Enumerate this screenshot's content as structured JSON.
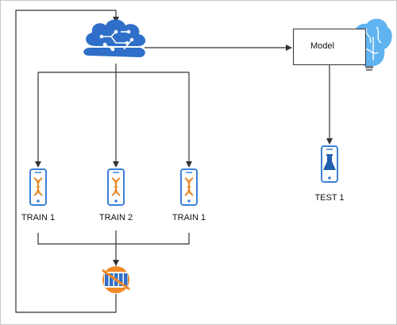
{
  "nodes": {
    "model": {
      "label": "Model"
    },
    "train_a": {
      "label": "TRAIN 1"
    },
    "train_b": {
      "label": "TRAIN 2"
    },
    "train_c": {
      "label": "TRAIN 1"
    },
    "test": {
      "label": "TEST 1"
    }
  },
  "icons": {
    "brain": "azure-cognitive-brain-icon",
    "bulb": "azure-brain-bulb-icon",
    "device_dna": "dna-phone-icon",
    "device_flask": "flask-phone-icon",
    "database": "azure-data-store-icon"
  },
  "colors": {
    "azure_blue": "#2f6fc9",
    "light_blue": "#5fb3f0",
    "dna_orange": "#e58a2a",
    "store_orange": "#f08a24",
    "line": "#333333"
  }
}
